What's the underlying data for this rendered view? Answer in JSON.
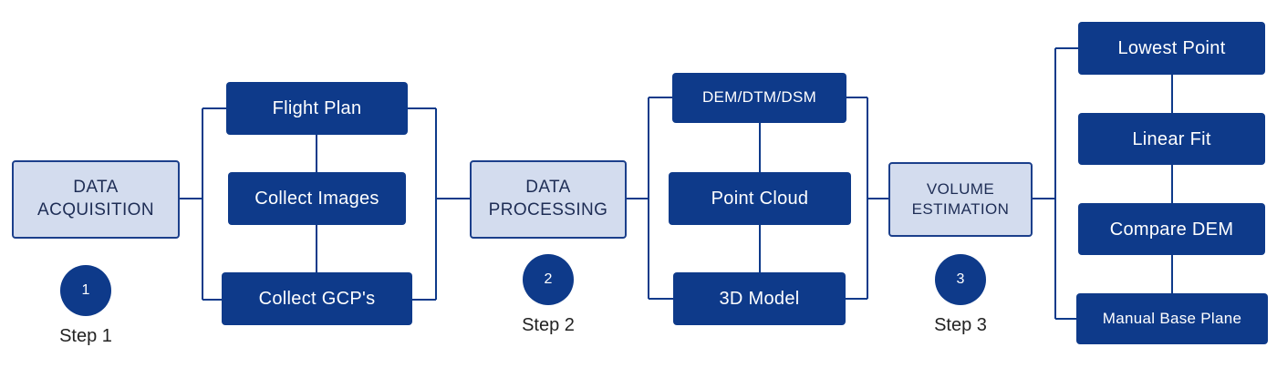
{
  "colors": {
    "primary": "#0e3a8a",
    "stage_fill": "#d3dcee",
    "stage_border": "#1b3f8b",
    "connector": "#0e3a8a"
  },
  "stages": {
    "acquisition": "DATA\nACQUISITION",
    "processing": "DATA\nPROCESSING",
    "estimation": "VOLUME\nESTIMATION"
  },
  "acquisition_tasks": [
    "Flight Plan",
    "Collect Images",
    "Collect GCP's"
  ],
  "processing_tasks": [
    "DEM/DTM/DSM",
    "Point Cloud",
    "3D Model"
  ],
  "estimation_methods": [
    "Lowest Point",
    "Linear Fit",
    "Compare DEM",
    "Manual Base Plane"
  ],
  "steps": [
    {
      "number": "1",
      "label": "Step 1"
    },
    {
      "number": "2",
      "label": "Step 2"
    },
    {
      "number": "3",
      "label": "Step 3"
    }
  ]
}
